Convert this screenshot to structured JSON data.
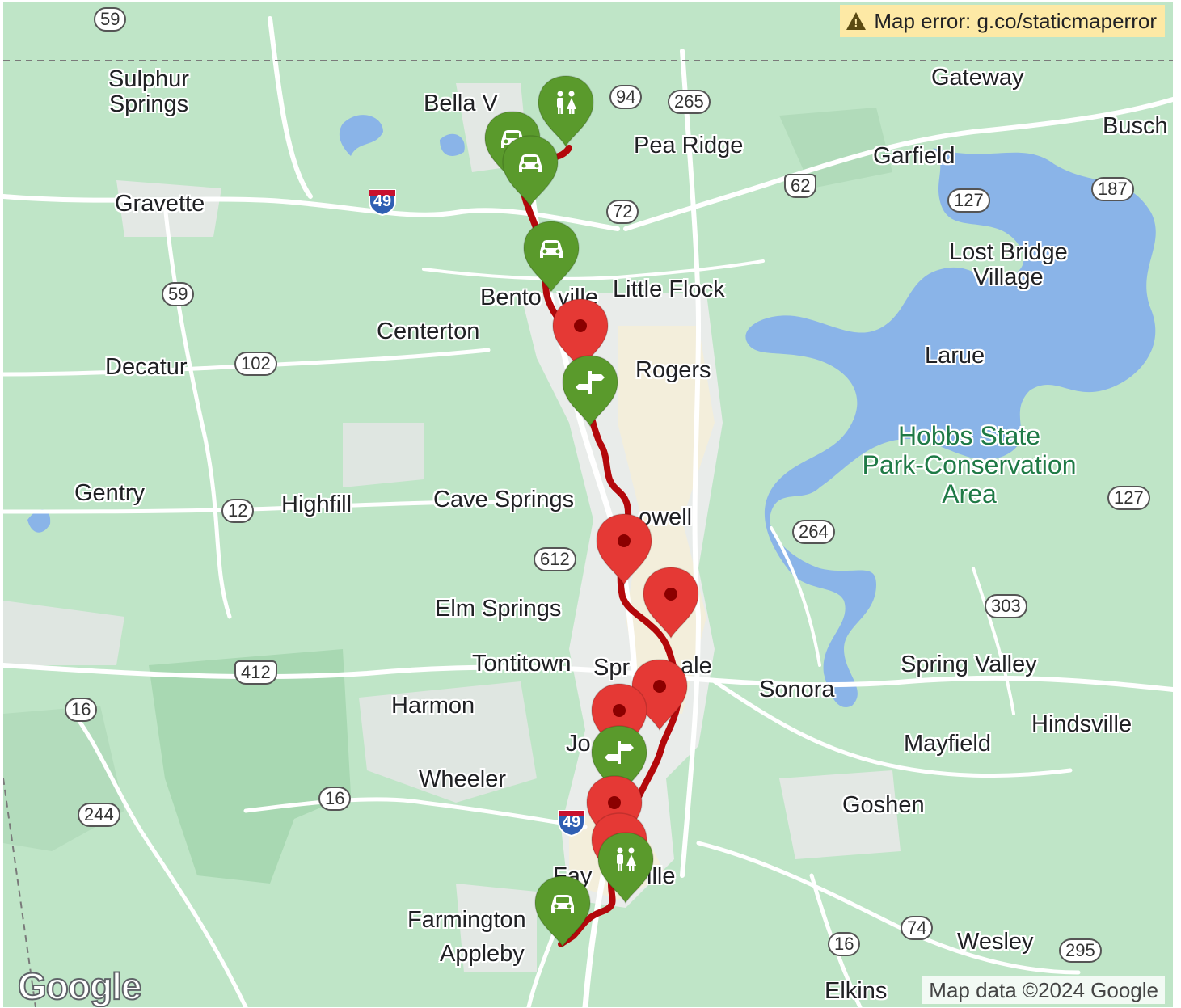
{
  "map": {
    "error_text": "Map error: g.co/staticmaperror",
    "attribution": "Map data ©2024 Google",
    "logo": "Google",
    "colors": {
      "land": "#bfe5c7",
      "urban": "#e8eae6",
      "water": "#8ab4e8",
      "route": "#b3080b",
      "marker_red": "#e53935",
      "marker_green": "#5a9a2c"
    },
    "places": [
      {
        "name": "Sulphur\nSprings"
      },
      {
        "name": "Bella V"
      },
      {
        "name": "Pea Ridge"
      },
      {
        "name": "Gateway"
      },
      {
        "name": "Busch"
      },
      {
        "name": "Garfield"
      },
      {
        "name": "Gravette"
      },
      {
        "name": "Lost Bridge\nVillage"
      },
      {
        "name": "Bento"
      },
      {
        "name": "ville"
      },
      {
        "name": "Little Flock"
      },
      {
        "name": "Centerton"
      },
      {
        "name": "Decatur"
      },
      {
        "name": "Rogers"
      },
      {
        "name": "Larue"
      },
      {
        "name": "Gentry"
      },
      {
        "name": "Highfill"
      },
      {
        "name": "Cave Springs"
      },
      {
        "name": "owell"
      },
      {
        "name": "Elm Springs"
      },
      {
        "name": "Tontitown"
      },
      {
        "name": "Spr"
      },
      {
        "name": "ale"
      },
      {
        "name": "Sonora"
      },
      {
        "name": "Spring Valley"
      },
      {
        "name": "Harmon"
      },
      {
        "name": "Hindsville"
      },
      {
        "name": "Mayfield"
      },
      {
        "name": "Jo"
      },
      {
        "name": "Wheeler"
      },
      {
        "name": "Goshen"
      },
      {
        "name": "Fay"
      },
      {
        "name": "ille"
      },
      {
        "name": "Farmington"
      },
      {
        "name": "Appleby"
      },
      {
        "name": "Wesley"
      },
      {
        "name": "Elkins"
      }
    ],
    "park_label": "Hobbs State\nPark-Conservation\nArea",
    "shields": [
      {
        "num": "59",
        "type": "state"
      },
      {
        "num": "94",
        "type": "state"
      },
      {
        "num": "265",
        "type": "state"
      },
      {
        "num": "62",
        "type": "us"
      },
      {
        "num": "127",
        "type": "state"
      },
      {
        "num": "187",
        "type": "state"
      },
      {
        "num": "72",
        "type": "state"
      },
      {
        "num": "59",
        "type": "state"
      },
      {
        "num": "102",
        "type": "state"
      },
      {
        "num": "12",
        "type": "state"
      },
      {
        "num": "612",
        "type": "state"
      },
      {
        "num": "264",
        "type": "state"
      },
      {
        "num": "127",
        "type": "state"
      },
      {
        "num": "303",
        "type": "state"
      },
      {
        "num": "412",
        "type": "us"
      },
      {
        "num": "16",
        "type": "state"
      },
      {
        "num": "244",
        "type": "state"
      },
      {
        "num": "16",
        "type": "state"
      },
      {
        "num": "74",
        "type": "state"
      },
      {
        "num": "16",
        "type": "state"
      },
      {
        "num": "295",
        "type": "state"
      }
    ],
    "interstates": [
      {
        "num": "49"
      },
      {
        "num": "49"
      }
    ],
    "markers": [
      {
        "color": "green",
        "icon": "restroom-icon"
      },
      {
        "color": "green",
        "icon": "car-icon"
      },
      {
        "color": "green",
        "icon": "car-icon"
      },
      {
        "color": "green",
        "icon": "car-icon"
      },
      {
        "color": "red",
        "icon": "dot"
      },
      {
        "color": "green",
        "icon": "signpost-icon"
      },
      {
        "color": "red",
        "icon": "dot"
      },
      {
        "color": "red",
        "icon": "dot"
      },
      {
        "color": "red",
        "icon": "dot"
      },
      {
        "color": "red",
        "icon": "dot"
      },
      {
        "color": "green",
        "icon": "signpost-icon"
      },
      {
        "color": "red",
        "icon": "dot"
      },
      {
        "color": "red",
        "icon": "dot"
      },
      {
        "color": "green",
        "icon": "restroom-icon"
      },
      {
        "color": "green",
        "icon": "car-icon"
      }
    ]
  }
}
